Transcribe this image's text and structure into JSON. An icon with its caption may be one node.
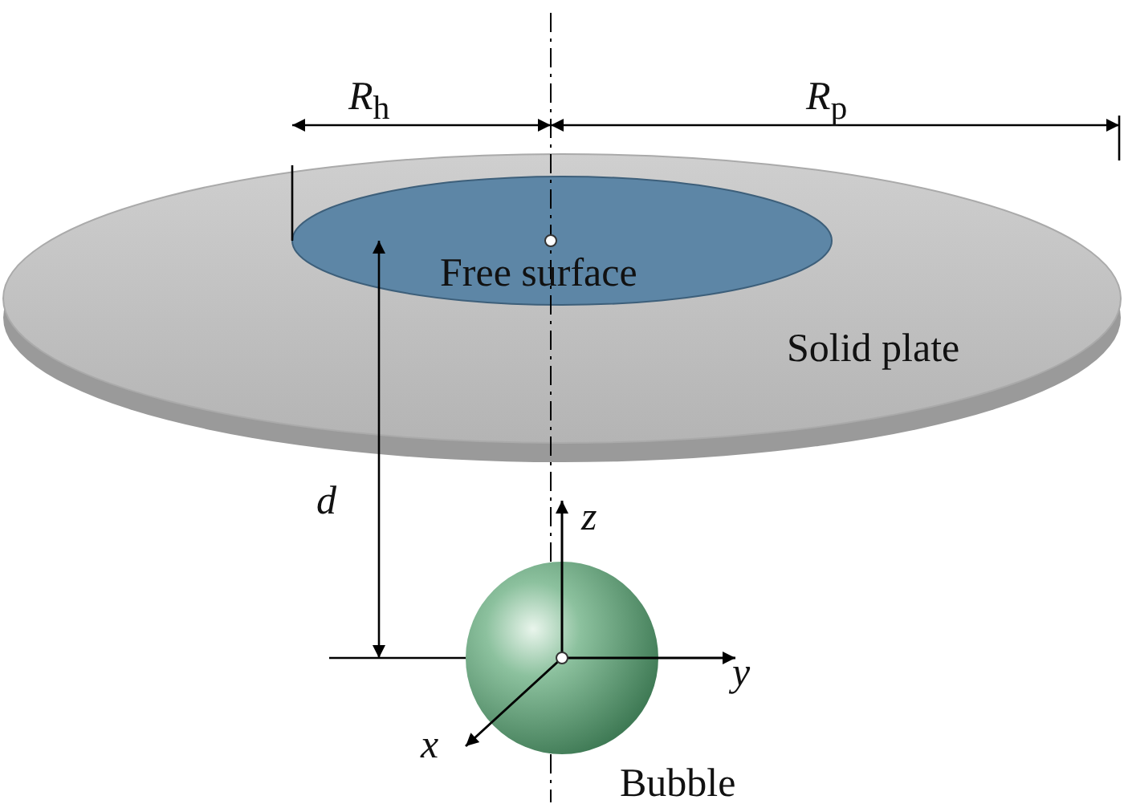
{
  "diagram": {
    "labels": [
      "*R*$_{h}$",
      "*R*$_{p}$",
      "Free surface",
      "Solid plate",
      "*d*",
      "*z*",
      "*y*",
      "*x*",
      "Bubble"
    ]
  }
}
